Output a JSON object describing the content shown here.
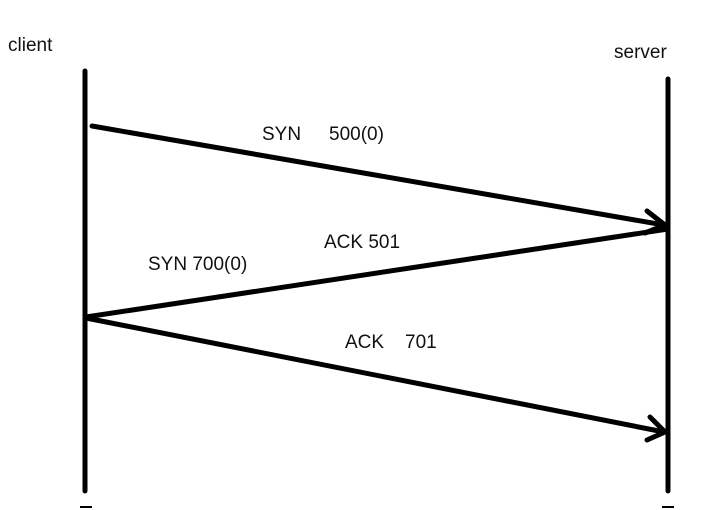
{
  "participants": {
    "client": "client",
    "server": "server"
  },
  "messages": [
    {
      "label_primary": "SYN",
      "label_secondary": "500(0)"
    },
    {
      "label_primary": "ACK 501",
      "label_secondary": "SYN 700(0)"
    },
    {
      "label_primary": "ACK",
      "label_secondary": "701"
    }
  ],
  "colors": {
    "line": "#000000",
    "text": "#111111",
    "background": "#ffffff"
  }
}
